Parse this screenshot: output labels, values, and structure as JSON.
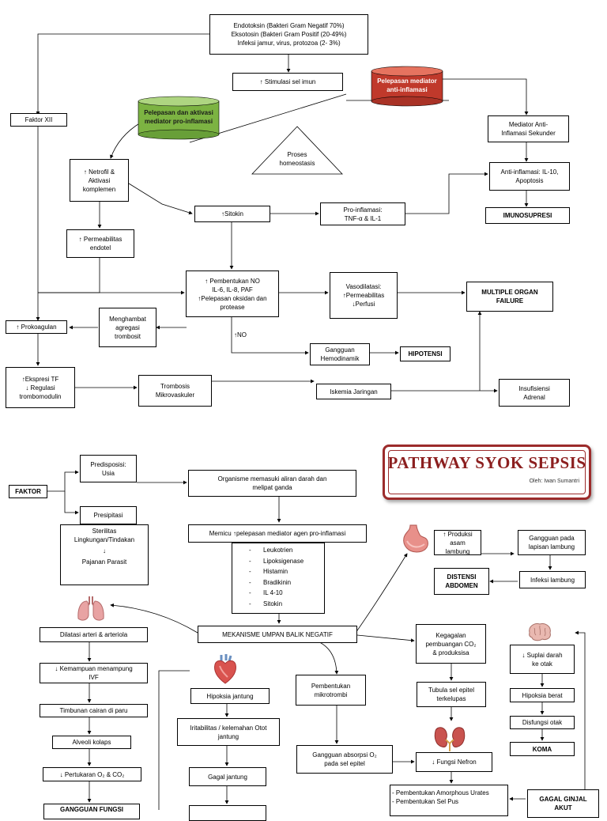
{
  "title": {
    "main": "PATHWAY SYOK SEPSIS",
    "author": "Oleh: Iwan Sumantri"
  },
  "top": {
    "endotoksin": "Endotoksin (Bakteri Gram Negatif 70%)\nEksotosin (Bakteri Gram Positif (20-49%)\nInfeksi jamur, virus, protozoa (2- 3%)",
    "stimulasi": "↑ Stimulasi sel imun",
    "pelepasan_anti": "Pelepasan mediator\nanti-inflamasi",
    "pelepasan_pro": "Pelepasan dan aktivasi\nmediator pro-inflamasi",
    "faktor_xii": "Faktor XII",
    "mediator_anti": "Mediator Anti-\nInflamasi Sekunder",
    "proses": "Proses\nhomeostasis",
    "neutrofil": "↑ Netrofil &\nAktivasi\nkomplemen",
    "anti_inflamasi": "Anti-inflamasi: IL-10,\nApoptosis",
    "sitokin": "↑Sitokin",
    "pro_inflamasi": "Pro-inflamasi:\nTNF-α & IL-1",
    "imunosupresi": "IMUNOSUPRESI",
    "permeabilitas": "↑ Permeabilitas\nendotel",
    "pembentukan_no": "↑ Pembentukan NO\nIL-6, IL-8, PAF\n↑Pelepasan oksidan dan\nprotease",
    "vasodilatasi": "Vasodilatasi:\n↑Permeabilitas\n↓Perfusi",
    "mof": "MULTIPLE ORGAN\nFAILURE",
    "menghambat": "Menghambat\nagregasi\ntrombosit",
    "prokoagulan": "↑ Prokoagulan",
    "no_label": "↑NO",
    "gangguan_hemo": "Gangguan\nHemodinamik",
    "hipotensi": "HIPOTENSI",
    "ekspresi_tf": "↑Ekspresi TF\n↓ Regulasi\ntrombomodulin",
    "trombosis": "Trombosis\nMikrovaskuler",
    "iskemia": "Iskemia Jaringan",
    "insufisiensi": "Insufisiensi\nAdrenal"
  },
  "bottom": {
    "faktor": "FAKTOR",
    "predisposisi": "Predisposisi:\nUsia",
    "presipitasi": "Presipitasi",
    "sterilitas": "Sterilitas\nLingkungan/Tindakan",
    "down_arrow": "↓",
    "pajanan": "Pajanan Parasit",
    "organisme": "Organisme memasuki aliran darah dan\nmelipat ganda",
    "memicu": "Memicu ↑pelepasan mediator agen pro-inflamasi",
    "mediator_list": [
      "Leukotrien",
      "Lipoksigenase",
      "Histamin",
      "Bradikinin",
      "IL 4-10",
      "Sitokin"
    ],
    "list_dash": "-",
    "mekanisme": "MEKANISME UMPAN BALIK NEGATIF",
    "produksi_asam": "↑ Produksi asam\nlambung",
    "gangguan_lapisan": "Gangguan pada\nlapisan lambung",
    "distensi": "DISTENSI\nABDOMEN",
    "infeksi_lambung": "Infeksi lambung",
    "dilatasi": "Dilatasi arteri & arteriola",
    "kemampuan": "↓ Kemampuan menampung\nIVF",
    "timbunan": "Timbunan cairan di paru",
    "alveoli": "Alveoli kolaps",
    "pertukaran": "↓ Pertukaran O₂ & CO₂",
    "gangguan_fungsi": "GANGGUAN FUNGSI",
    "hipoksia_jantung": "Hipoksia jantung",
    "iritabilitas": "Iritabilitas / kelemahan Otot\njantung",
    "gagal_jantung": "Gagal jantung",
    "pembentukan_mikro": "Pembentukan\nmikrotrombi",
    "gangguan_absorpsi": "Gangguan absorpsi O₂\npada sel epitel",
    "kegagalan": "Kegagalan\npembuangan CO₂\n& produksisa",
    "tubula": "Tubula sel epitel\nterkelupas",
    "fungsi_nefron": "↓ Fungsi Nefron",
    "pembentukan_urates": "- Pembentukan Amorphous Urates\n- Pembentukan Sel Pus",
    "gagal_ginjal": "GAGAL GINJAL\nAKUT",
    "suplai_darah": "↓ Suplai darah\nke otak",
    "hipoksia_berat": "Hipoksia berat",
    "disfungsi_otak": "Disfungsi otak",
    "koma": "KOMA"
  },
  "colors": {
    "red_cylinder": "#c0392b",
    "green_cylinder": "#7cb342",
    "title_red": "#8c1f1f"
  },
  "icons": [
    "lungs-icon",
    "heart-icon",
    "stomach-icon",
    "kidney-icon",
    "brain-icon"
  ]
}
